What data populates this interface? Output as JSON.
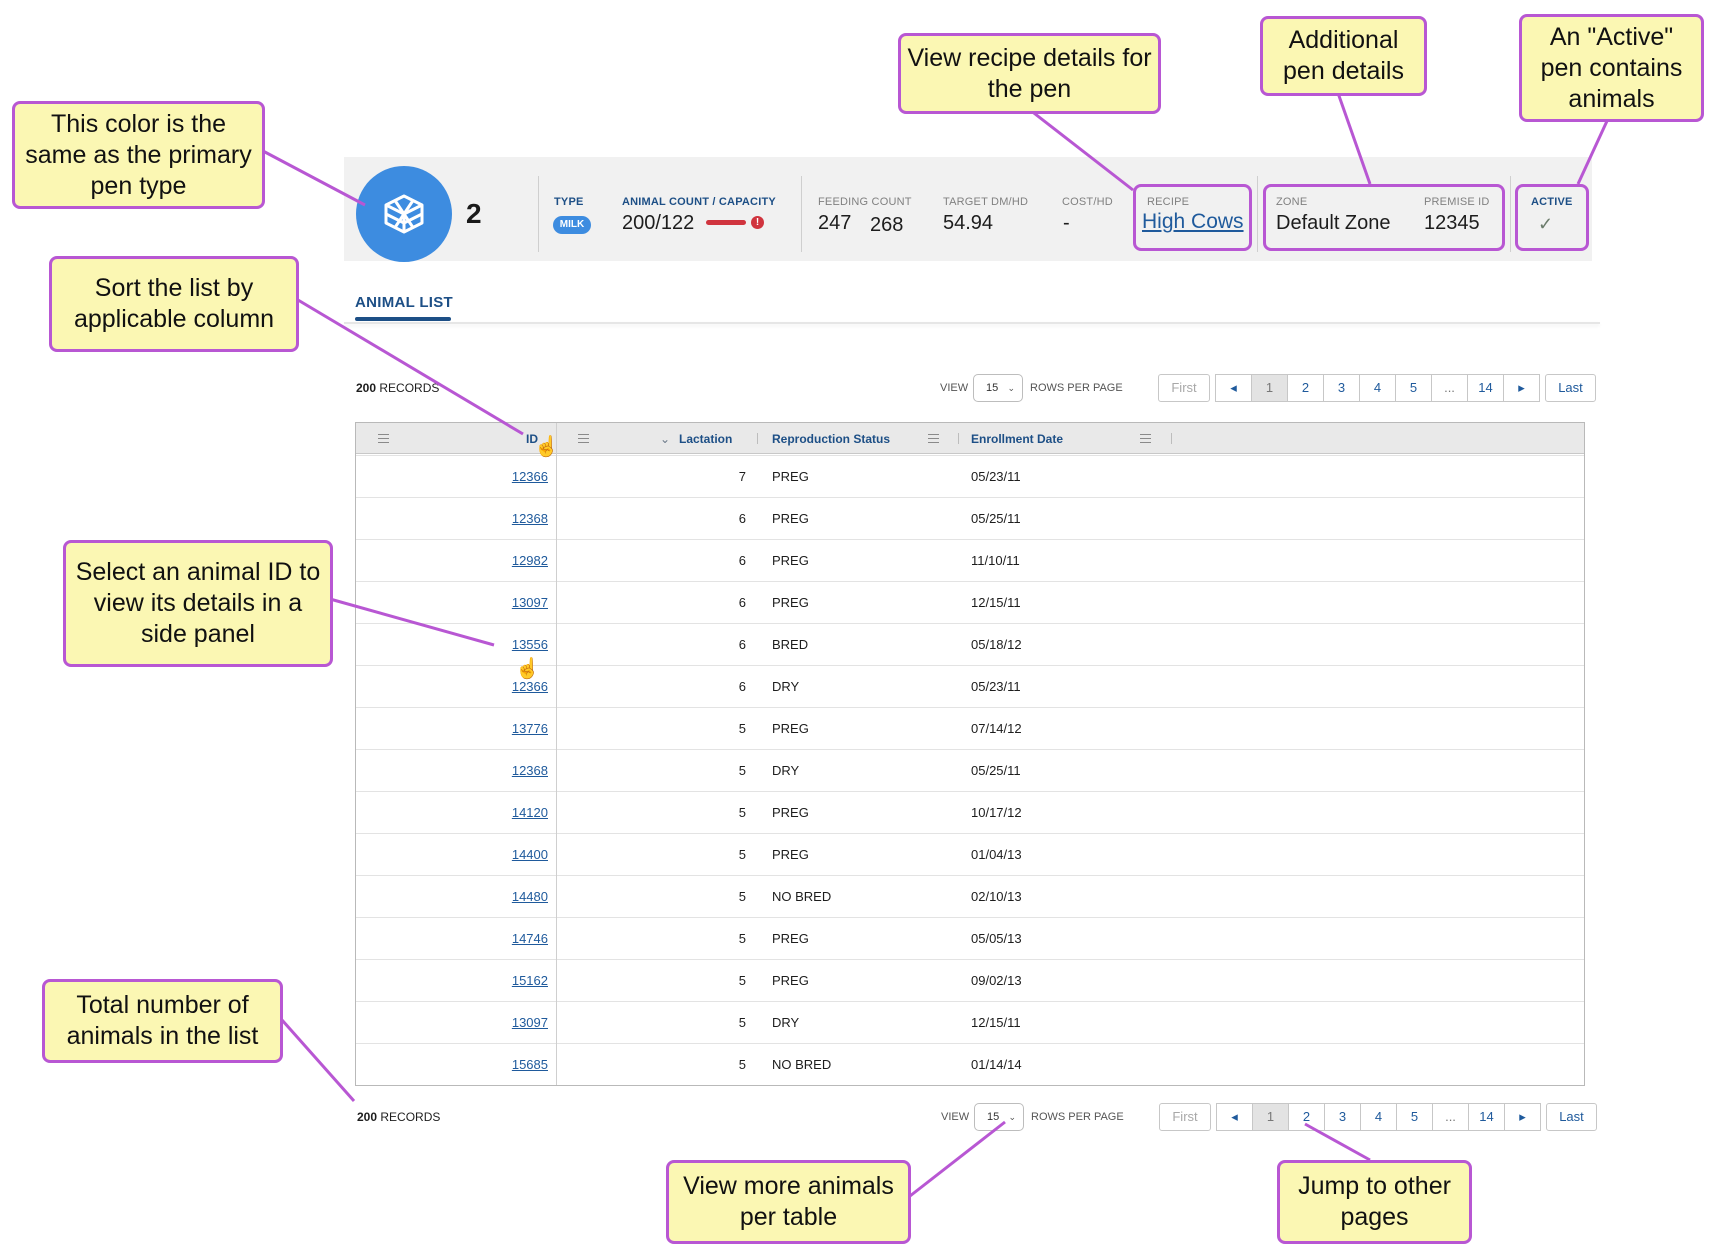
{
  "pen": {
    "number": "2",
    "icon": "pen-icon",
    "type_label": "TYPE",
    "type_value": "MILK",
    "animal_count_label": "ANIMAL COUNT / CAPACITY",
    "animal_count_value": "200/122",
    "feeding_count_label": "FEEDING COUNT",
    "feeding_count_values": [
      "247",
      "268"
    ],
    "target_label": "TARGET DM/HD",
    "target_value": "54.94",
    "cost_label": "COST/HD",
    "cost_value": "-",
    "recipe_label": "RECIPE",
    "recipe_value": "High Cows",
    "zone_label": "ZONE",
    "zone_value": "Default Zone",
    "premise_label": "PREMISE ID",
    "premise_value": "12345",
    "active_label": "ACTIVE",
    "active_icon": "check-icon",
    "colors": {
      "pen_type": "#3d8ce0",
      "alert": "#d0343e",
      "accent": "#1d4f86",
      "highlight": "#b857d3",
      "callout": "#fbf7b3"
    }
  },
  "tabs": [
    {
      "label": "ANIMAL LIST"
    }
  ],
  "toolbar": {
    "records_count": "200",
    "records_label": "RECORDS",
    "view_label": "VIEW",
    "rows_value": "15",
    "rows_per_page_label": "ROWS PER PAGE"
  },
  "pager": {
    "first": "First",
    "last": "Last",
    "pages": [
      "1",
      "2",
      "3",
      "4",
      "5",
      "...",
      "14"
    ],
    "current": "1"
  },
  "table": {
    "columns": {
      "id": "ID",
      "lactation": "Lactation",
      "repro": "Reproduction Status",
      "date": "Enrollment Date"
    },
    "rows": [
      {
        "id": "12366",
        "lactation": "7",
        "repro": "PREG",
        "date": "05/23/11"
      },
      {
        "id": "12368",
        "lactation": "6",
        "repro": "PREG",
        "date": "05/25/11"
      },
      {
        "id": "12982",
        "lactation": "6",
        "repro": "PREG",
        "date": "11/10/11"
      },
      {
        "id": "13097",
        "lactation": "6",
        "repro": "PREG",
        "date": "12/15/11"
      },
      {
        "id": "13556",
        "lactation": "6",
        "repro": "BRED",
        "date": "05/18/12"
      },
      {
        "id": "12366",
        "lactation": "6",
        "repro": "DRY",
        "date": "05/23/11"
      },
      {
        "id": "13776",
        "lactation": "5",
        "repro": "PREG",
        "date": "07/14/12"
      },
      {
        "id": "12368",
        "lactation": "5",
        "repro": "DRY",
        "date": "05/25/11"
      },
      {
        "id": "14120",
        "lactation": "5",
        "repro": "PREG",
        "date": "10/17/12"
      },
      {
        "id": "14400",
        "lactation": "5",
        "repro": "PREG",
        "date": "01/04/13"
      },
      {
        "id": "14480",
        "lactation": "5",
        "repro": "NO BRED",
        "date": "02/10/13"
      },
      {
        "id": "14746",
        "lactation": "5",
        "repro": "PREG",
        "date": "05/05/13"
      },
      {
        "id": "15162",
        "lactation": "5",
        "repro": "PREG",
        "date": "09/02/13"
      },
      {
        "id": "13097",
        "lactation": "5",
        "repro": "DRY",
        "date": "12/15/11"
      },
      {
        "id": "15685",
        "lactation": "5",
        "repro": "NO BRED",
        "date": "01/14/14"
      }
    ]
  },
  "callouts": {
    "pen_color": "This color is the same as the primary pen type",
    "sort": "Sort the list by applicable column",
    "select_id": "Select an animal ID to view its details in a side panel",
    "total": "Total number of animals in the list",
    "recipe": "View recipe details for the pen",
    "additional": "Additional pen details",
    "active": "An \"Active\" pen contains animals",
    "view_more": "View more animals per table",
    "jump": "Jump to other pages"
  }
}
